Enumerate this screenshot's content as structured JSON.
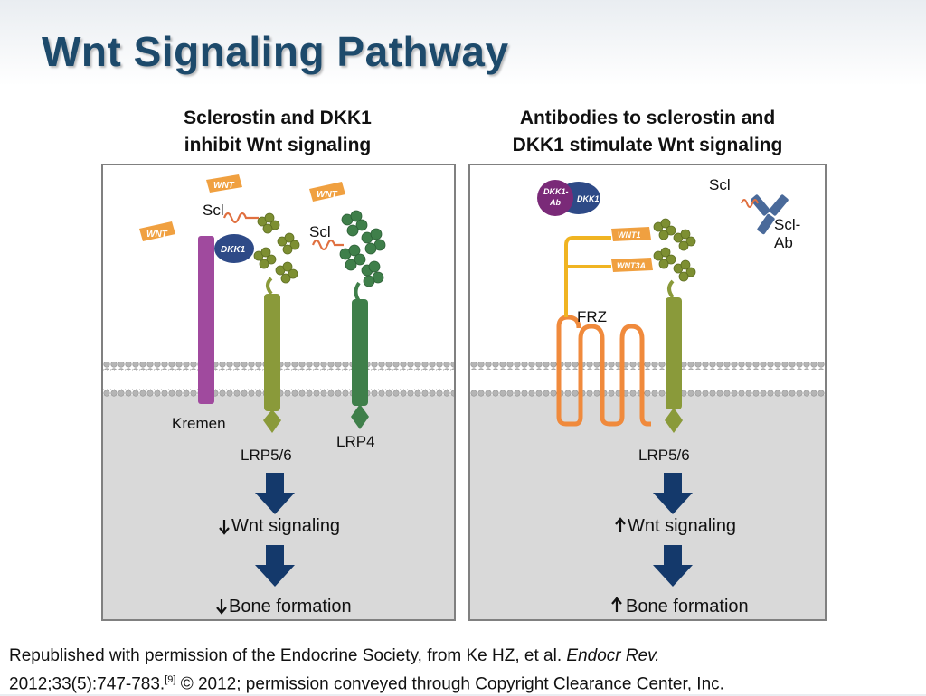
{
  "slide": {
    "title": "Wnt Signaling Pathway"
  },
  "left_panel": {
    "heading": "Sclerostin and DKK1\ninhibit Wnt signaling",
    "labels": {
      "wnt": "WNT",
      "dkk1": "DKK1",
      "scl_1": "Scl",
      "scl_2": "Scl",
      "kremen": "Kremen",
      "lrp56": "LRP5/6",
      "lrp4": "LRP4",
      "wnt_signaling": "Wnt signaling",
      "bone_formation": "Bone formation"
    }
  },
  "right_panel": {
    "heading": "Antibodies to sclerostin and\nDKK1 stimulate Wnt signaling",
    "labels": {
      "dkk1_ab": "DKK1-\nAb",
      "dkk1": "DKK1",
      "scl": "Scl",
      "scl_ab": "Scl-\nAb",
      "wnt1": "WNT1",
      "wnt3a": "WNT3A",
      "frz": "FRZ",
      "lrp56": "LRP5/6",
      "wnt_signaling": "Wnt signaling",
      "bone_formation": "Bone formation"
    }
  },
  "footer": {
    "line1_prefix": "Republished with permission of the Endocrine Society, from Ke HZ, et al. ",
    "journal": "Endocr Rev.",
    "line2_prefix": "2012;33(5):747-783.",
    "ref": "[9]",
    "line2_suffix": " © 2012; permission conveyed through Copyright Clearance Center, Inc."
  },
  "colors": {
    "title": "#1d4a6b",
    "arrow": "#14396b",
    "kremen": "#a04a9e",
    "lrp56": "#8a9a3a",
    "lrp4": "#3f7f4a",
    "frz": "#f08a3c",
    "wnt": "#f0a040",
    "dkk1": "#2e4a87",
    "membrane_bead": "#b5b5b5",
    "cytoplasm": "#d9d9d9"
  }
}
